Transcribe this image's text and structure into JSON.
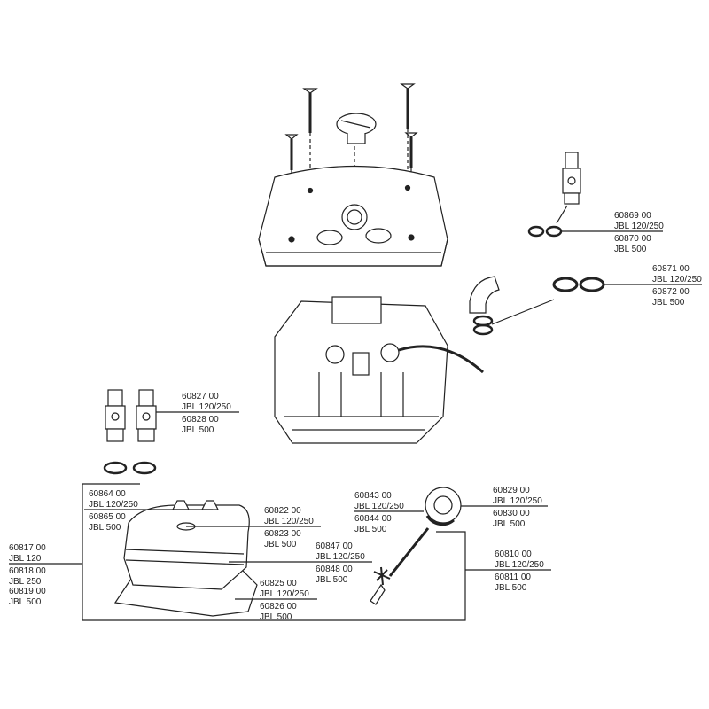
{
  "callouts": [
    {
      "id": "o-rings-small-top-right",
      "lines": [
        "60869 00",
        "JBL 120/250",
        "60870 00",
        "JBL 500"
      ]
    },
    {
      "id": "o-rings-large-right",
      "lines": [
        "60871 00",
        "JBL 120/250",
        "60872 00",
        "JBL 500"
      ]
    },
    {
      "id": "valves-left",
      "lines": [
        "60827 00",
        "JBL 120/250",
        "60828 00",
        "JBL 500"
      ]
    },
    {
      "id": "hose-connectors",
      "lines": [
        "60864 00",
        "JBL 120/250",
        "60865 00",
        "JBL 500"
      ]
    },
    {
      "id": "pump-head",
      "lines": [
        "60817 00",
        "JBL 120",
        "60818 00",
        "JBL 250",
        "60819 00",
        "JBL 500"
      ]
    },
    {
      "id": "priming-button",
      "lines": [
        "60822 00",
        "JBL 120/250",
        "60823 00",
        "JBL 500"
      ]
    },
    {
      "id": "head-seal",
      "lines": [
        "60847 00",
        "JBL 120/250",
        "60848 00",
        "JBL 500"
      ]
    },
    {
      "id": "base-seal",
      "lines": [
        "60825 00",
        "JBL 120/250",
        "60826 00",
        "JBL 500"
      ]
    },
    {
      "id": "impeller-o-ring",
      "lines": [
        "60843 00",
        "JBL 120/250",
        "60844 00",
        "JBL 500"
      ]
    },
    {
      "id": "impeller-cover",
      "lines": [
        "60829 00",
        "JBL 120/250",
        "60830 00",
        "JBL 500"
      ]
    },
    {
      "id": "impeller",
      "lines": [
        "60810 00",
        "JBL 120/250",
        "60811 00",
        "JBL 500"
      ]
    }
  ]
}
